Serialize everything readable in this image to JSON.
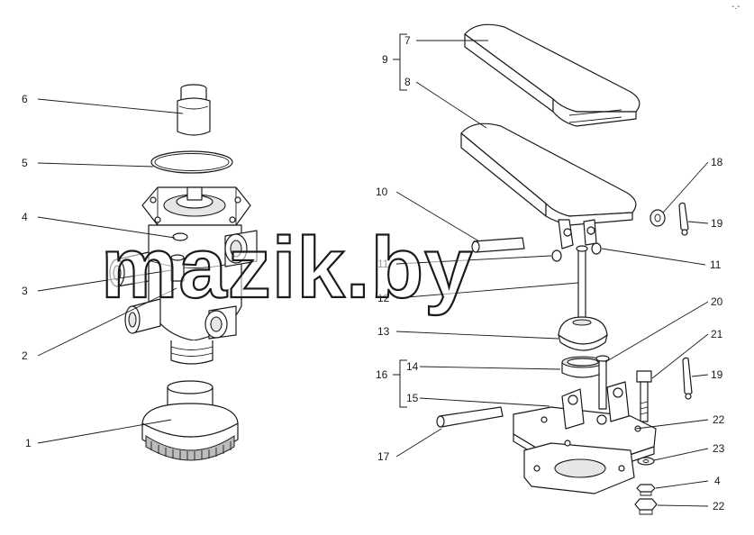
{
  "watermark": "mazik.by",
  "corner_mark": "-.-",
  "callouts": {
    "c1": "1",
    "c2": "2",
    "c3": "3",
    "c4": "4",
    "c5": "5",
    "c6": "6",
    "c7": "7",
    "c8": "8",
    "c9": "9",
    "c10": "10",
    "c11a": "11",
    "c11b": "11",
    "c12": "12",
    "c13": "13",
    "c14": "14",
    "c15": "15",
    "c16": "16",
    "c17": "17",
    "c18": "18",
    "c19a": "19",
    "c19b": "19",
    "c20": "20",
    "c21": "21",
    "c22a": "22",
    "c22b": "22",
    "c23": "23",
    "c4b": "4"
  }
}
